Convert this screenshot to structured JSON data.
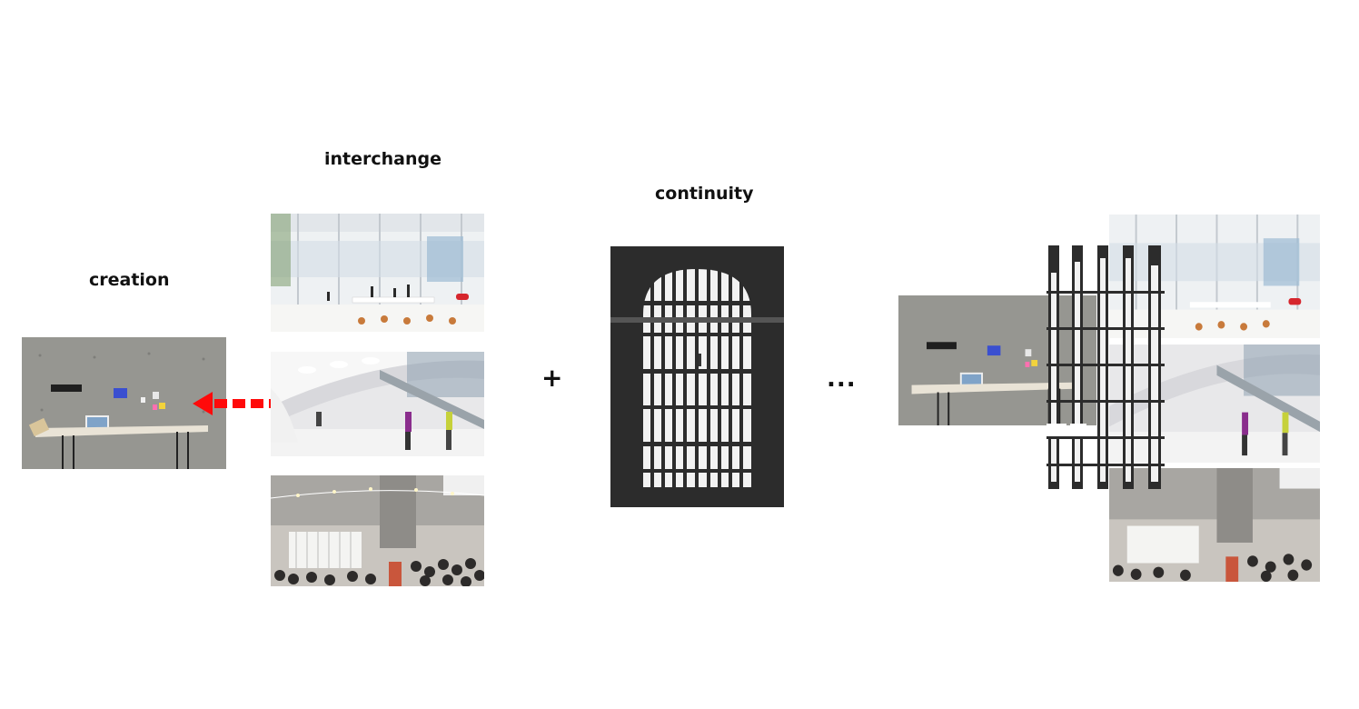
{
  "labels": {
    "creation": "creation",
    "interchange": "interchange",
    "continuity": "continuity"
  },
  "symbols": {
    "plus": "+",
    "ellipsis": "..."
  },
  "colors": {
    "arrow": "#ff0a0a",
    "concrete": "#8f8f8b",
    "screen_bg": "#2c2c2c",
    "office_bg": "#eef1f3",
    "atrium_bg": "#e8e8ea",
    "crowd_bg": "#c9c5bf"
  }
}
